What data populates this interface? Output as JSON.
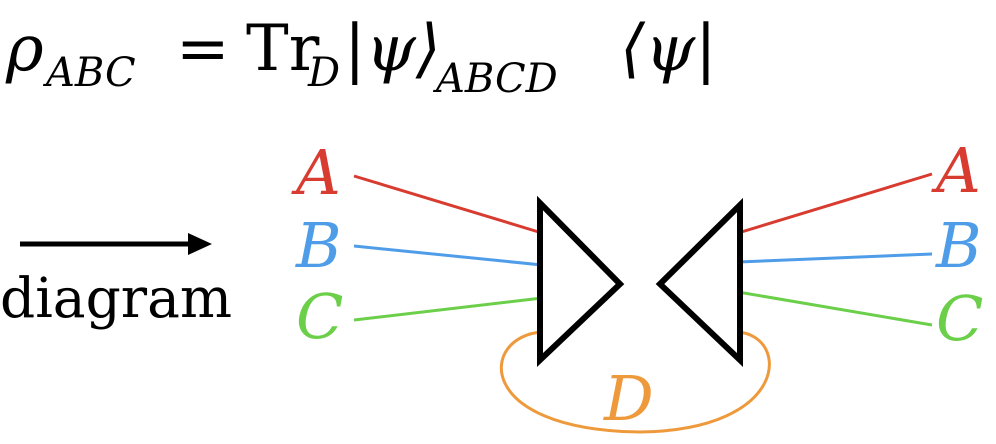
{
  "equation": {
    "rho": "ρ",
    "rho_sub": "ABC",
    "equals": "=",
    "trace": "Tr",
    "trace_sub": "D",
    "ket": "|ψ⟩",
    "ket_sub": "ABCD",
    "bra": "⟨ψ|"
  },
  "arrow_label": "diagram",
  "left_labels": {
    "a": "A",
    "b": "B",
    "c": "C"
  },
  "right_labels": {
    "a": "A",
    "b": "B",
    "c": "C"
  },
  "traced_label": "D",
  "colors": {
    "A": "#d83b2f",
    "B": "#4f9de8",
    "C": "#6ccf4a",
    "D": "#ee9a3c",
    "ink": "#000000"
  }
}
